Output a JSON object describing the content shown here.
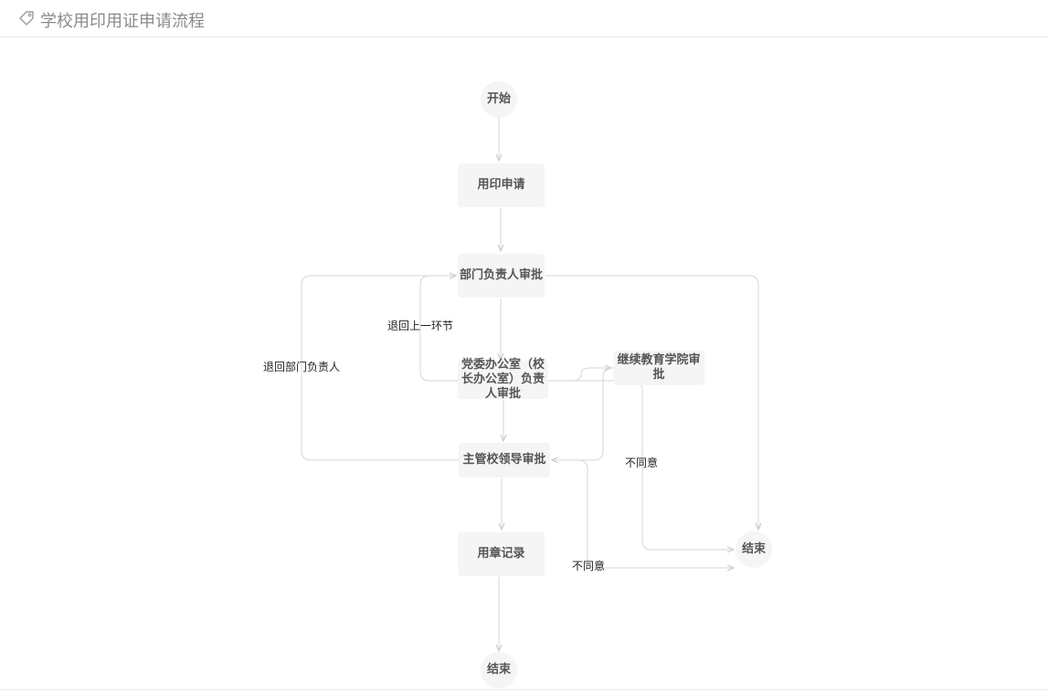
{
  "header": {
    "title": "学校用印用证申请流程",
    "icon": "tag-icon"
  },
  "nodes": {
    "start": "开始",
    "apply": "用印申请",
    "dept_head": "部门负责人审批",
    "party_office": "党委办公室（校长办公室）负责人审批",
    "continuing_edu": "继续教育学院审批",
    "leader": "主管校领导审批",
    "record": "用章记录",
    "end_bottom": "结束",
    "end_right": "结束"
  },
  "edge_labels": {
    "back_prev": "退回上一环节",
    "back_dept": "退回部门负责人",
    "disagree_1": "不同意",
    "disagree_2": "不同意"
  },
  "colors": {
    "node_fill": "#f5f5f5",
    "node_text": "#555555",
    "edge": "#cccccc",
    "label": "#222222",
    "header_text": "#8a8a8a"
  }
}
